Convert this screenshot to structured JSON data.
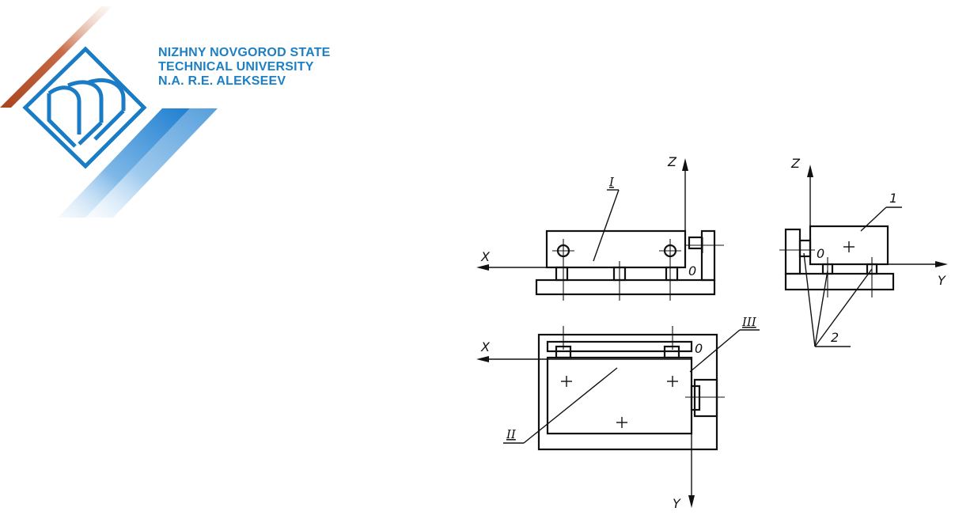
{
  "logo": {
    "university_lines": [
      "NIZHNY NOVGOROD STATE",
      "TECHNICAL UNIVERSITY",
      "N.A. R.E. ALEKSEEV"
    ],
    "colors": {
      "text": "#1d7fc4",
      "emblem": "#1a7cc4",
      "stripe_brown": "#b0522e",
      "stripe_blue": "#2e8fd6"
    },
    "icon": "university-emblem-icon"
  },
  "drawing": {
    "front_view": {
      "axis_x": "X",
      "axis_z": "Z",
      "origin": "0",
      "surface_label": "I"
    },
    "top_view": {
      "axis_x": "X",
      "axis_y": "Y",
      "origin": "0",
      "surface_label_2": "II",
      "surface_label_3": "III"
    },
    "side_view": {
      "axis_z": "Z",
      "axis_y": "Y",
      "origin": "0",
      "part_label": "1",
      "support_label": "2"
    },
    "line_color": "#111111"
  }
}
